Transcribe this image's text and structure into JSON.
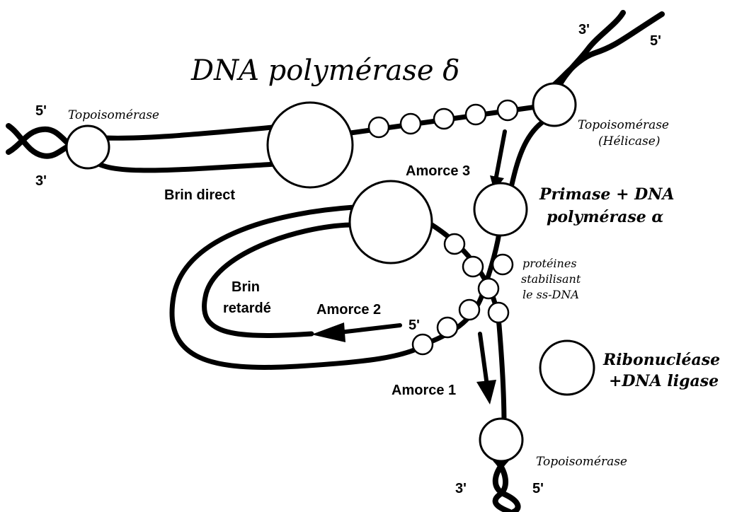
{
  "diagram": {
    "title": "DNA polymérase δ",
    "labels": {
      "five_prime_left": "5'",
      "three_prime_left": "3'",
      "three_prime_top": "3'",
      "five_prime_top": "5'",
      "three_prime_bottom": "3'",
      "five_prime_bottom": "5'",
      "five_prime_primer2": "5'",
      "topo_left": "Topoisomérase",
      "topo_right_line1": "Topoisomérase",
      "topo_right_line2": "(Hélicase)",
      "topo_bottom": "Topoisomérase",
      "brin_direct": "Brin direct",
      "brin_retarde_line1": "Brin",
      "brin_retarde_line2": "retardé",
      "amorce3": "Amorce 3",
      "amorce2": "Amorce 2",
      "amorce1": "Amorce 1",
      "primase_line1": "Primase + DNA",
      "primase_line2": "polymérase α",
      "proteines_line1": "protéines",
      "proteines_line2": "stabilisant",
      "proteines_line3": "le ss-DNA",
      "ribo_line1": "Ribonucléase",
      "ribo_line2": "+DNA ligase"
    }
  }
}
